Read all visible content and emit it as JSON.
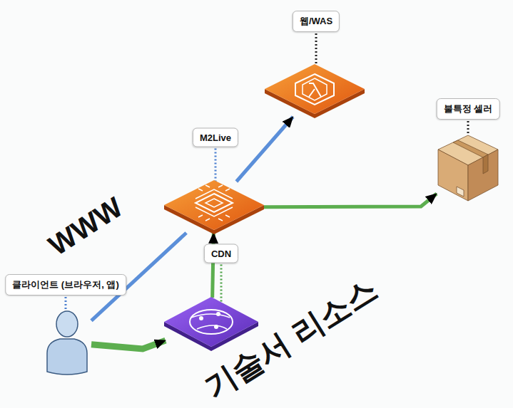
{
  "diagram": {
    "nodes": [
      {
        "text": [
          "웹/WAS"
        ]
      },
      {
        "text": [
          "M2Live"
        ]
      },
      {
        "text": [
          "불특정 셀러"
        ]
      },
      {
        "text": [
          "CDN"
        ]
      },
      {
        "text": [
          "클라이언트 (브라우저, 앱)"
        ]
      }
    ],
    "edges": [
      {
        "from": 1,
        "to": 0,
        "arrow": "to"
      },
      {
        "from": 1,
        "to": 2,
        "arrow": "to"
      },
      {
        "from": 4,
        "to": 1,
        "arrow": "none"
      },
      {
        "from": 4,
        "to": 3,
        "arrow": "to"
      },
      {
        "from": 3,
        "to": 1,
        "arrow": "to"
      }
    ],
    "labels": [
      "WWW",
      "기술서 리소스"
    ]
  }
}
